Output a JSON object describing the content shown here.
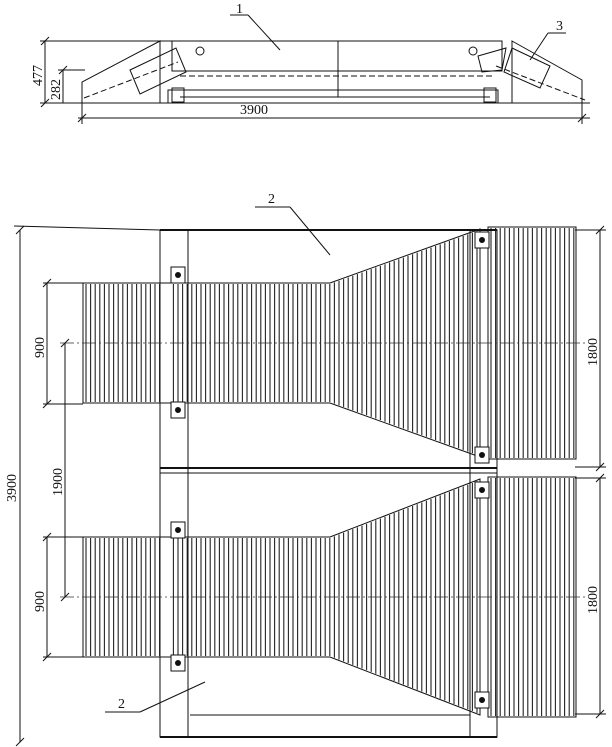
{
  "callouts": {
    "platform": "1",
    "runway_top": "2",
    "ramp": "3",
    "runway_bottom": "2"
  },
  "elevation_dims": {
    "total_height": "477",
    "platform_height": "282",
    "overall_length": "3900"
  },
  "plan_dims": {
    "overall_length": "3900",
    "runway_width_top": "900",
    "track_spacing": "1900",
    "runway_width_bottom": "900",
    "ramp_width_top": "1800",
    "ramp_width_bottom": "1800"
  }
}
